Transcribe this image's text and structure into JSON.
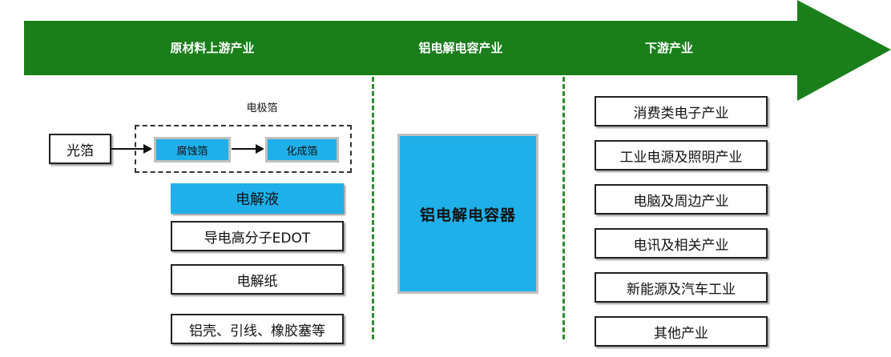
{
  "banner": {
    "stages": [
      {
        "label": "原材料上游产业"
      },
      {
        "label": "铝电解电容产业"
      },
      {
        "label": "下游产业"
      }
    ],
    "color": "#1a7f1a"
  },
  "upstream": {
    "group_title": "电极箔",
    "source": "光箔",
    "etched_foil": "腐蚀箔",
    "formed_foil": "化成箔",
    "electrolyte": "电解液",
    "materials": [
      "导电高分子EDOT",
      "电解纸",
      "铝壳、引线、橡胶塞等"
    ]
  },
  "midstream": {
    "product": "铝电解电容器"
  },
  "downstream": {
    "industries": [
      "消费类电子产业",
      "工业电源及照明产业",
      "电脑及周边产业",
      "电讯及相关产业",
      "新能源及汽车工业",
      "其他产业"
    ]
  },
  "colors": {
    "box_blue": "#1fb0ea",
    "divider": "#2e8b2e"
  }
}
